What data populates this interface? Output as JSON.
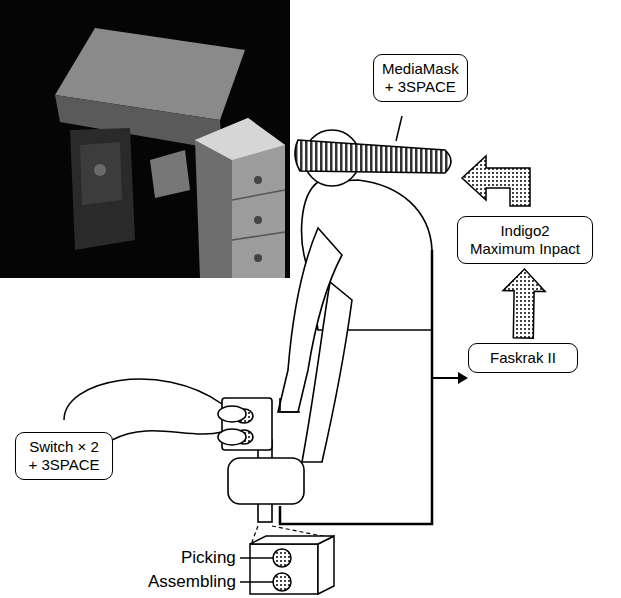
{
  "diagram": {
    "nodes": [
      {
        "text": [
          "MediaMask + 3SPACE"
        ]
      },
      {
        "text": [
          "Indigo2 Maximum Inpact"
        ]
      },
      {
        "text": [
          "Faskrak II"
        ]
      },
      {
        "text": [
          "Switch × 2 + 3SPACE"
        ]
      }
    ],
    "edges": [
      {
        "from": 2,
        "to": 1,
        "arrow": "to"
      }
    ],
    "labels": [
      "Picking",
      "Assembling"
    ]
  }
}
